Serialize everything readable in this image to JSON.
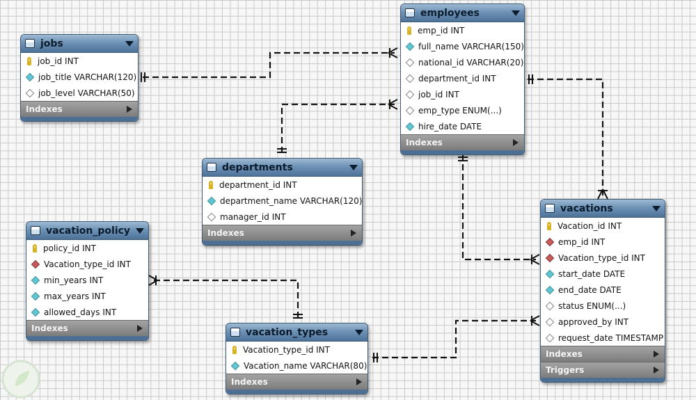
{
  "tables": {
    "jobs": {
      "name": "jobs",
      "columns": [
        {
          "text": "job_id INT",
          "kind": "pk"
        },
        {
          "text": "job_title VARCHAR(120)",
          "kind": "nn"
        },
        {
          "text": "job_level VARCHAR(50)",
          "kind": "nul"
        }
      ],
      "sections": [
        "Indexes"
      ]
    },
    "employees": {
      "name": "employees",
      "columns": [
        {
          "text": "emp_id INT",
          "kind": "pk"
        },
        {
          "text": "full_name VARCHAR(150)",
          "kind": "nn"
        },
        {
          "text": "national_id VARCHAR(20)",
          "kind": "nul"
        },
        {
          "text": "department_id INT",
          "kind": "nul"
        },
        {
          "text": "job_id INT",
          "kind": "nul"
        },
        {
          "text": "emp_type ENUM(...)",
          "kind": "nul"
        },
        {
          "text": "hire_date DATE",
          "kind": "nn"
        }
      ],
      "sections": [
        "Indexes"
      ]
    },
    "departments": {
      "name": "departments",
      "columns": [
        {
          "text": "department_id INT",
          "kind": "pk"
        },
        {
          "text": "department_name VARCHAR(120)",
          "kind": "nn"
        },
        {
          "text": "manager_id INT",
          "kind": "nul"
        }
      ],
      "sections": [
        "Indexes"
      ]
    },
    "vacation_policy": {
      "name": "vacation_policy",
      "columns": [
        {
          "text": "policy_id INT",
          "kind": "pk"
        },
        {
          "text": "Vacation_type_id INT",
          "kind": "fk"
        },
        {
          "text": "min_years INT",
          "kind": "nn"
        },
        {
          "text": "max_years INT",
          "kind": "nn"
        },
        {
          "text": "allowed_days INT",
          "kind": "nn"
        }
      ],
      "sections": [
        "Indexes"
      ]
    },
    "vacation_types": {
      "name": "vacation_types",
      "columns": [
        {
          "text": "Vacation_type_id INT",
          "kind": "pk"
        },
        {
          "text": "Vacation_name VARCHAR(80)",
          "kind": "nn"
        }
      ],
      "sections": [
        "Indexes"
      ]
    },
    "vacations": {
      "name": "vacations",
      "columns": [
        {
          "text": "Vacation_id INT",
          "kind": "pk"
        },
        {
          "text": "emp_id INT",
          "kind": "fk"
        },
        {
          "text": "Vacation_type_id INT",
          "kind": "fk"
        },
        {
          "text": "start_date DATE",
          "kind": "nn"
        },
        {
          "text": "end_date DATE",
          "kind": "nn"
        },
        {
          "text": "status ENUM(...)",
          "kind": "nul"
        },
        {
          "text": "approved_by INT",
          "kind": "nul"
        },
        {
          "text": "request_date TIMESTAMP",
          "kind": "nul"
        }
      ],
      "sections": [
        "Indexes",
        "Triggers"
      ]
    }
  },
  "relationships": [
    {
      "from": "jobs",
      "to": "employees",
      "from_card": "one",
      "to_card": "many"
    },
    {
      "from": "departments",
      "to": "employees",
      "from_card": "one",
      "to_card": "many"
    },
    {
      "from": "employees",
      "to": "vacations",
      "from_card": "one",
      "to_card": "many"
    },
    {
      "from": "employees",
      "to": "vacations",
      "from_card": "one",
      "to_card": "many"
    },
    {
      "from": "vacation_types",
      "to": "vacation_policy",
      "from_card": "one",
      "to_card": "many"
    },
    {
      "from": "vacation_types",
      "to": "vacations",
      "from_card": "one",
      "to_card": "many"
    }
  ]
}
